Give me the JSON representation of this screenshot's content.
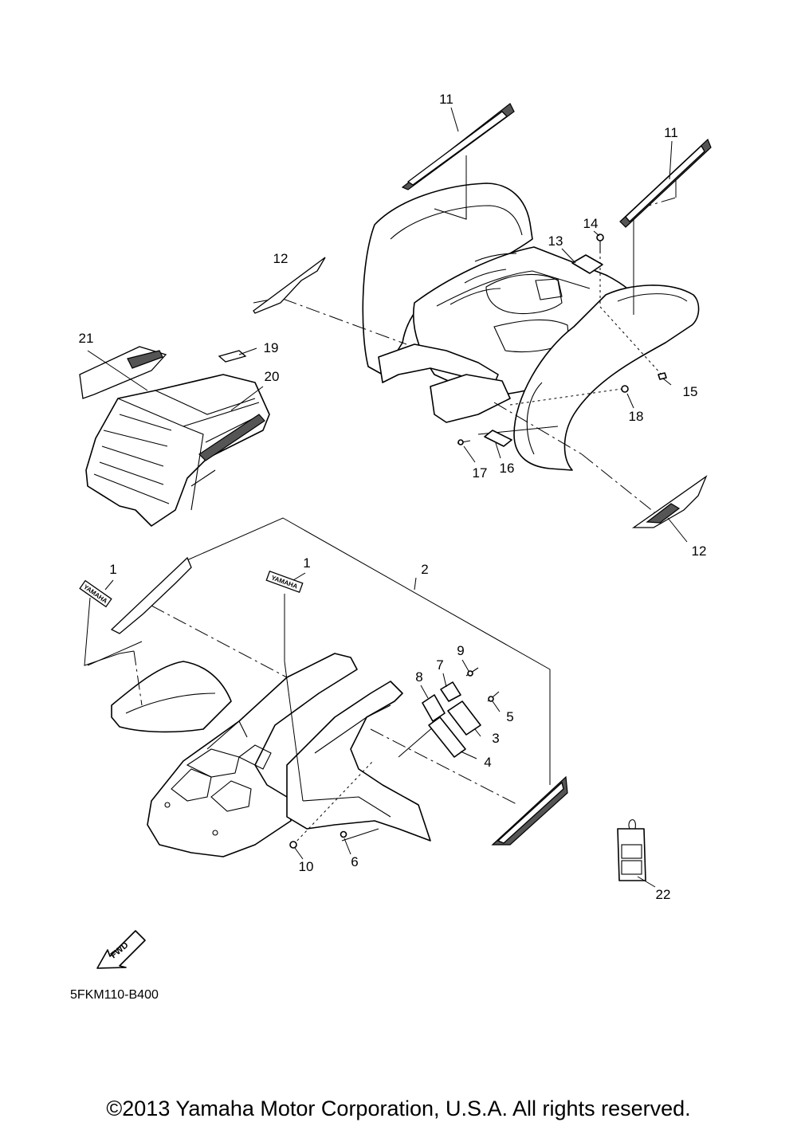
{
  "diagram": {
    "callouts": {
      "c1a": "1",
      "c1b": "1",
      "c2": "2",
      "c3": "3",
      "c4": "4",
      "c5": "5",
      "c6": "6",
      "c7": "7",
      "c8": "8",
      "c9": "9",
      "c10": "10",
      "c11a": "11",
      "c11b": "11",
      "c12a": "12",
      "c12b": "12",
      "c13": "13",
      "c14": "14",
      "c15": "15",
      "c16": "16",
      "c17": "17",
      "c18": "18",
      "c19": "19",
      "c20": "20",
      "c21": "21",
      "c22": "22"
    },
    "decal_brand": "YAMAHA",
    "fwd_label": "FWD",
    "figure_code": "5FKM110-B400"
  },
  "footer": {
    "copyright": "©2013 Yamaha Motor Corporation, U.S.A. All rights reserved."
  }
}
